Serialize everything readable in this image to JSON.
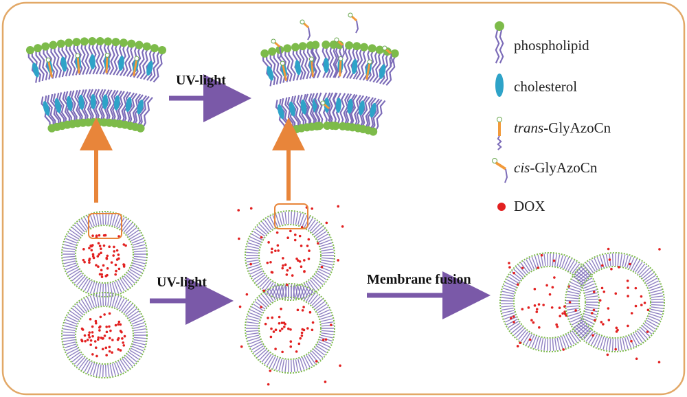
{
  "arrows": {
    "top_uv_label": "UV-light",
    "bottom_uv_label": "UV-light",
    "fusion_label": "Membrane fusion"
  },
  "legend": {
    "phospholipid": "phospholipid",
    "cholesterol": "cholesterol",
    "trans_prefix": "trans",
    "trans_suffix": "-GlyAzoCn",
    "cis_prefix": "cis",
    "cis_suffix": "-GlyAzoCn",
    "dox": "DOX"
  },
  "colors": {
    "frame": "#E2A867",
    "arrow_uv": "#7A59A8",
    "arrow_zoom": "#E8853A",
    "lipid_head": "#7DBB4A",
    "lipid_tail": "#7C6CB8",
    "cholesterol": "#2EA3C8",
    "azo": "#F29A3A",
    "dox": "#E22020",
    "zoom_box": "#E8853A"
  }
}
